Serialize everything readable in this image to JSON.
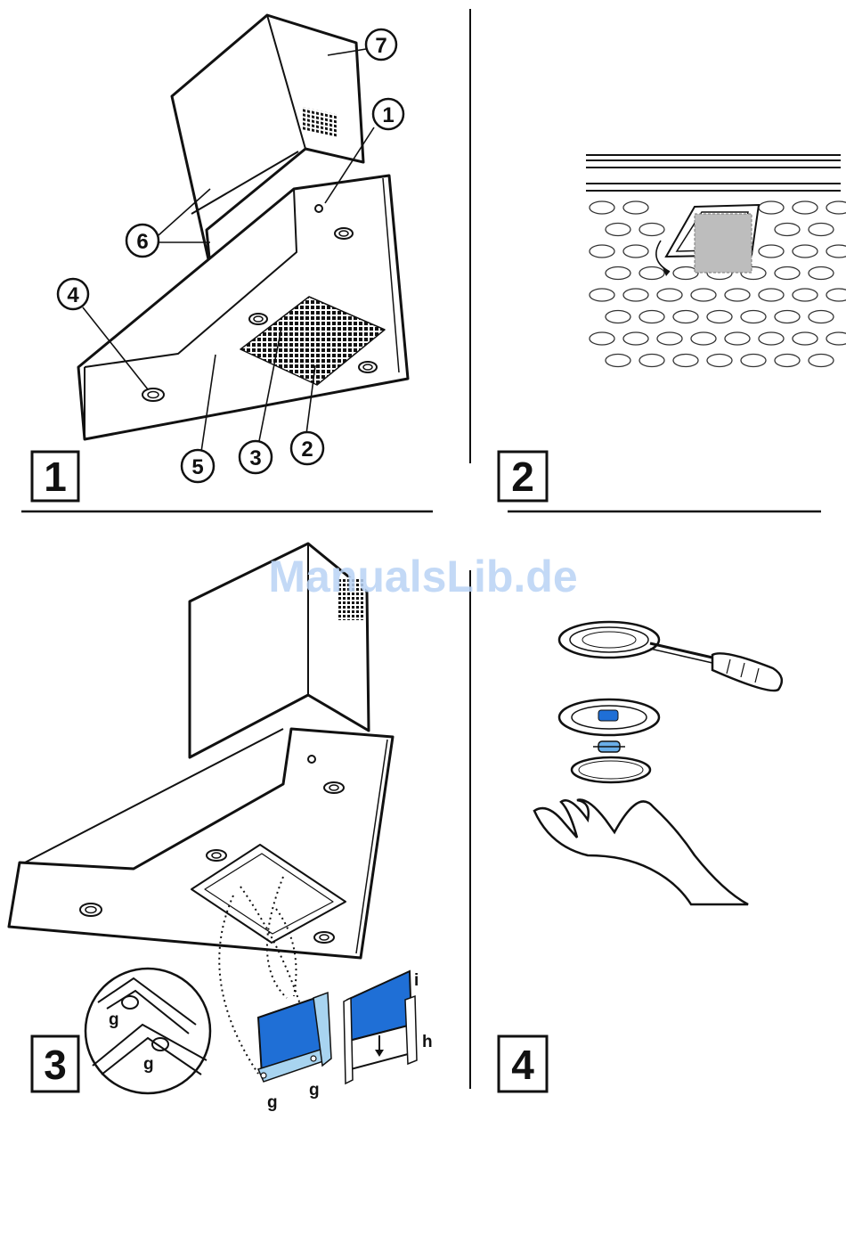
{
  "watermark": "ManualsLib.de",
  "panels": [
    {
      "number": "1",
      "callouts": [
        "1",
        "2",
        "3",
        "4",
        "5",
        "6",
        "7"
      ]
    },
    {
      "number": "2"
    },
    {
      "number": "3",
      "letters": [
        "g",
        "g",
        "g",
        "g",
        "h",
        "i"
      ]
    },
    {
      "number": "4"
    }
  ],
  "colors": {
    "filter_blue": "#1f6fd6",
    "filter_light": "#a8d4f0",
    "outline": "#111111",
    "watermark": "#b9d3f5"
  }
}
